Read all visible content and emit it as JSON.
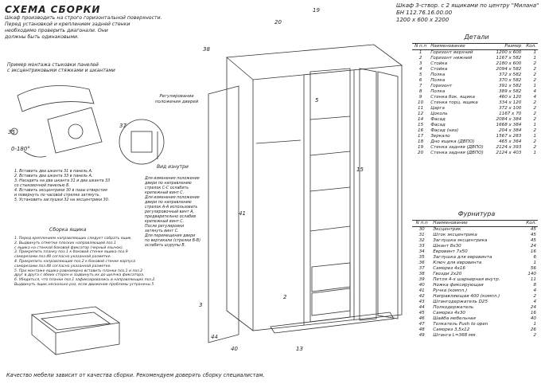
{
  "title": "СХЕМА СБОРКИ",
  "intro_lines": [
    "Шкаф производить на строго горизонтальной поверхности.",
    "Перед установкой и креплением задней стенки",
    "необходимо проверить диагонали. Они",
    "должны быть одинаковыми."
  ],
  "header_lines": [
    "Шкаф 3-створ. с 2 ящиками по центру \"Милана\"",
    "БН 112.76.16.00.00",
    "1200 x 600 x 2200"
  ],
  "parts": {
    "title": "Детали",
    "columns": [
      "N п.п",
      "Наименование",
      "Размер",
      "Кол."
    ],
    "rows": [
      [
        "1",
        "Горизонт верхний",
        "1200 x 600",
        "1"
      ],
      [
        "2",
        "Горизонт нижний",
        "1167 x 582",
        "1"
      ],
      [
        "3",
        "Стойка",
        "2180 x 600",
        "2"
      ],
      [
        "4",
        "Стойка",
        "2094 x 582",
        "2"
      ],
      [
        "5",
        "Полка",
        "372 x 582",
        "2"
      ],
      [
        "6",
        "Полка",
        "370 x 582",
        "2"
      ],
      [
        "7",
        "Горизонт",
        "391 x 582",
        "1"
      ],
      [
        "8",
        "Полка",
        "389 x 582",
        "4"
      ],
      [
        "9",
        "Стенка бок. ящика",
        "460 x 120",
        "4"
      ],
      [
        "10",
        "Стенка торц. ящика",
        "334 x 120",
        "2"
      ],
      [
        "11",
        "Царга",
        "372 x 100",
        "2"
      ],
      [
        "12",
        "Цоколь",
        "1167 x 70",
        "2"
      ],
      [
        "14",
        "Фасад",
        "2084 x 384",
        "2"
      ],
      [
        "15",
        "Фасад",
        "1668 x 384",
        "1"
      ],
      [
        "16",
        "Фасад (низ)",
        "204 x 384",
        "2"
      ],
      [
        "17",
        "Зеркало",
        "1567 x 283",
        "1"
      ],
      [
        "18",
        "Дно ящика (ДВПО)",
        "465 x 364",
        "2"
      ],
      [
        "19",
        "Стенка задняя (ДВПО)",
        "2124 x 393",
        "2"
      ],
      [
        "20",
        "Стенка задняя (ДВПО)",
        "2124 x 403",
        "1"
      ]
    ]
  },
  "hardware": {
    "title": "Фурнитура",
    "columns": [
      "N п.п",
      "Наименование",
      "Кол."
    ],
    "rows": [
      [
        "30",
        "Эксцентрик",
        "45"
      ],
      [
        "31",
        "Шток эксцентрика",
        "45"
      ],
      [
        "32",
        "Заглушка эксцентрика",
        "45"
      ],
      [
        "33",
        "Шкант 8x30",
        "24"
      ],
      [
        "34",
        "Евровинт 7x50",
        "16"
      ],
      [
        "35",
        "Заглушка для евровинта",
        "6"
      ],
      [
        "36",
        "Ключ для евровинта",
        "1"
      ],
      [
        "37",
        "Саморез 4x16",
        "56"
      ],
      [
        "38",
        "Гвозди 2x20",
        "140"
      ],
      [
        "39",
        "Петля 4-х шарнирная внутр.",
        "11"
      ],
      [
        "40",
        "Ножка фиксирующая",
        "8"
      ],
      [
        "41",
        "Ручка (компл.)",
        "4"
      ],
      [
        "42",
        "Направляющая 400 (компл.)",
        "2"
      ],
      [
        "43",
        "Штангодержатель D25",
        "4"
      ],
      [
        "44",
        "Полкодержатель",
        "24"
      ],
      [
        "45",
        "Саморез 4x30",
        "16"
      ],
      [
        "46",
        "Шайба мебельная",
        "40"
      ],
      [
        "47",
        "Толкатель Push to open",
        "1"
      ],
      [
        "48",
        "Саморез 3,5x12",
        "26"
      ],
      [
        "49",
        "Штанга L=368 мм",
        "2"
      ]
    ]
  },
  "panel_note": {
    "title_lines": [
      "Пример монтажа стыковки панелей",
      "с эксцентриковыми стяжками и шкантами"
    ],
    "angle_label": "0-180°",
    "steps": [
      "1. Вставить два шканта 31 в панель А.",
      "2. Вставить два шканта 33 в панель А.",
      "3. Насадить на два шканта 31 и два шканта 33",
      "   со стыковочной панелью Б.",
      "4. Вставить эксцентрики 30 в пазы отверстия",
      "   и повернуть по часовой стрелке затянуть.",
      "5. Установить заглушки 32 на эксцентрики 30."
    ]
  },
  "door_note": {
    "title_lines": [
      "Регулирование",
      "положения дверей"
    ],
    "view_label": "Вид изнутри",
    "lines": [
      "Для изменения положения",
      "двери по направлению",
      "стрелок С-С ослабить",
      "крепежный винт С.",
      "Для изменения положения",
      "двери по направлению",
      "стрелок А-А использовать",
      "регулировочный винт А,",
      "предварительно ослабив",
      "крепежный винт С.",
      "После регулировки",
      "затянуть винт С.",
      "Для перемещения двери",
      "по вертикали (стрелки В-В)",
      "ослабить шурупы В."
    ]
  },
  "drawer_note": {
    "title": "Сборка ящика",
    "lines": [
      "1. Перед креплением направляющих следует собрать ящик.",
      "2. Выдвинуть отметки плоских направляющей поз.1",
      "   с ящика на стенкой боковой фиксатор (черный язычок).",
      "3. Прикрепить планку поз.1 к боковой стенке ящика поз.9",
      "   саморезами поз.48 согласно указанной разметке.",
      "4. Прикрепить направляющие поз.2 к боковой стенке корпуса",
      "   саморезами поз.48 согласно указанной разметке.",
      "5. При монтаже ящика равномерно вставить планки поз.1 и поз.2",
      "   друг в друга с обеих сторон и задвинуть их до щелчка фиксатора.",
      "6. Убедиться, что планки поз.1 зафиксировались в направляющих поз.2.",
      "   Выдвинуть ящик несколько раз, если движение проблемы устранены 5"
    ]
  },
  "footer": "Качество мебели зависит от качества сборки. Рекомендуем доверять сборку специалистам."
}
